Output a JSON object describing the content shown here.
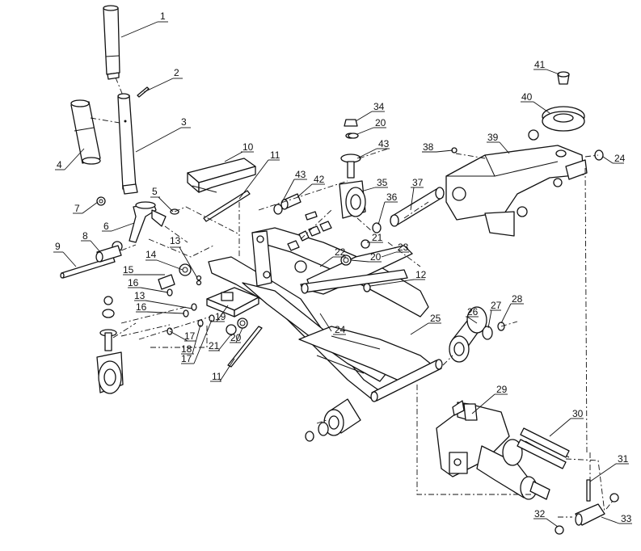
{
  "diagram": {
    "background": "#ffffff",
    "ink": "#111111",
    "callouts": [
      "1",
      "2",
      "3",
      "4",
      "5",
      "6",
      "7",
      "8",
      "9",
      "10",
      "11",
      "11",
      "12",
      "13",
      "13",
      "14",
      "15",
      "16",
      "16",
      "17",
      "17",
      "18",
      "19",
      "20",
      "20",
      "20",
      "21",
      "21",
      "22",
      "23",
      "24",
      "24",
      "25",
      "26",
      "27",
      "28",
      "29",
      "30",
      "31",
      "32",
      "33",
      "34",
      "35",
      "36",
      "37",
      "38",
      "39",
      "40",
      "41",
      "42",
      "43",
      "43"
    ]
  }
}
